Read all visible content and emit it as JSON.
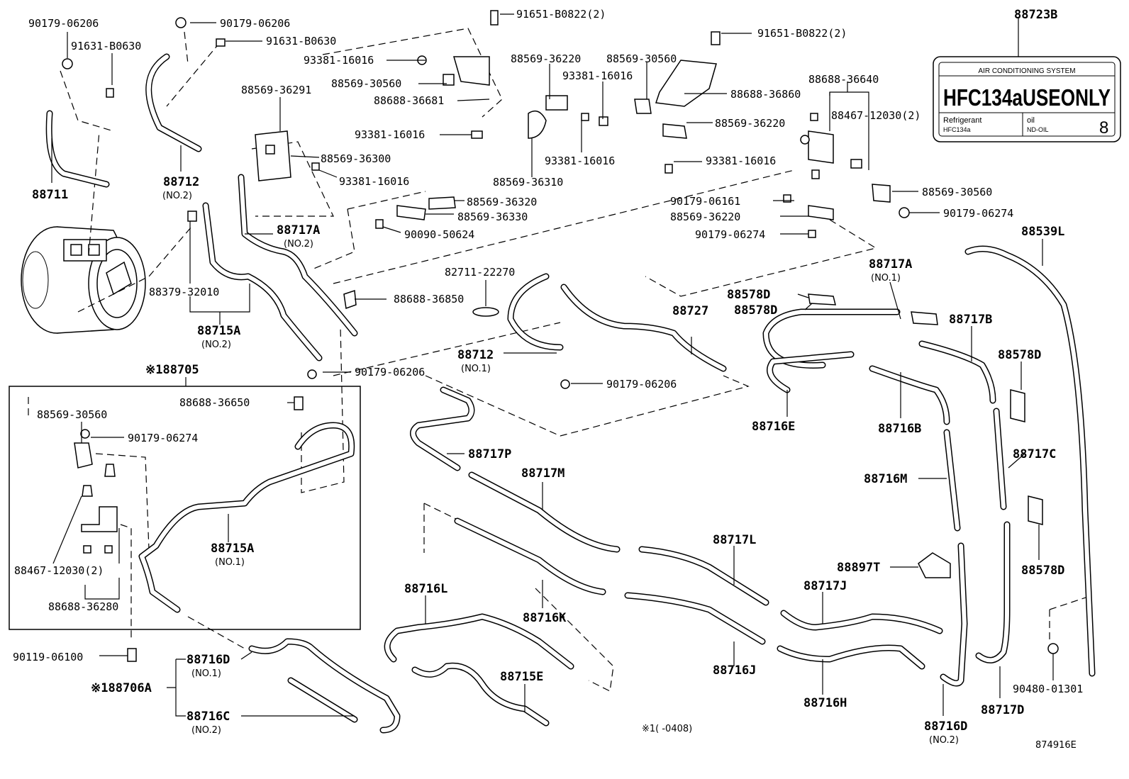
{
  "diagram_id": "874916E",
  "footnote": "※1(      -0408)",
  "label_plate": {
    "part_no": "88723B",
    "header": "AIR CONDITIONING SYSTEM",
    "main": "HFC134aUSEONLY",
    "refrigerant_label": "Refrigerant",
    "refrigerant_value": "HFC134a",
    "oil_label": "oil",
    "oil_value": "ND-OIL",
    "oil_number": "8"
  },
  "parts": {
    "p_90179_06206_a": "90179-06206",
    "p_91631_b0630_a": "91631-B0630",
    "p_90179_06206_b": "90179-06206",
    "p_91631_b0630_b": "91631-B0630",
    "p_91651_b0822_a": "91651-B0822(2)",
    "p_91651_b0822_b": "91651-B0822(2)",
    "p_93381_16016_a": "93381-16016",
    "p_88569_30560_a": "88569-30560",
    "p_88688_36681": "88688-36681",
    "p_93381_16016_b": "93381-16016",
    "p_88569_36220_a": "88569-36220",
    "p_88569_30560_b": "88569-30560",
    "p_93381_16016_c": "93381-16016",
    "p_88688_36860": "88688-36860",
    "p_88569_36220_b": "88569-36220",
    "p_93381_16016_d": "93381-16016",
    "p_88569_36310": "88569-36310",
    "p_93381_16016_e": "93381-16016",
    "p_88688_36640": "88688-36640",
    "p_88467_12030_a": "88467-12030(2)",
    "p_88569_36291": "88569-36291",
    "p_88569_36300": "88569-36300",
    "p_93381_16016_f": "93381-16016",
    "p_88711": "88711",
    "p_88712_no2": "88712",
    "p_88712_no2_sub": "(NO.2)",
    "p_88569_36320": "88569-36320",
    "p_88569_36330": "88569-36330",
    "p_90090_50624": "90090-50624",
    "p_90179_06161": "90179-06161",
    "p_88569_36220_c": "88569-36220",
    "p_90179_06274_a": "90179-06274",
    "p_88569_30560_c": "88569-30560",
    "p_90179_06274_b": "90179-06274",
    "p_88539l": "88539L",
    "p_88717a_no2": "88717A",
    "p_88717a_no2_sub": "(NO.2)",
    "p_88379_32010": "88379-32010",
    "p_88715a_no2": "88715A",
    "p_88715a_no2_sub": "(NO.2)",
    "p_82711_22270": "82711-22270",
    "p_88688_36850": "88688-36850",
    "p_88717a_no1": "88717A",
    "p_88717a_no1_sub": "(NO.1)",
    "p_88578d_a": "88578D",
    "p_88578d_b": "88578D",
    "p_88727": "88727",
    "p_88717b": "88717B",
    "p_88578d_c": "88578D",
    "p_88712_no1": "88712",
    "p_88712_no1_sub": "(NO.1)",
    "p_90179_06206_c": "90179-06206",
    "p_90179_06206_d": "90179-06206",
    "p_88705": "※188705",
    "p_88688_36650": "88688-36650",
    "p_88569_30560_d": "88569-30560",
    "p_90179_06274_c": "90179-06274",
    "p_88716e": "88716E",
    "p_88716b": "88716B",
    "p_88717c": "88717C",
    "p_88717p": "88717P",
    "p_88717m": "88717M",
    "p_88716m": "88716M",
    "p_88715a_no1": "88715A",
    "p_88715a_no1_sub": "(NO.1)",
    "p_88467_12030_b": "88467-12030(2)",
    "p_88688_36280": "88688-36280",
    "p_88717l": "88717L",
    "p_88897t": "88897T",
    "p_88578d_d": "88578D",
    "p_88717j": "88717J",
    "p_88716l": "88716L",
    "p_88716k": "88716K",
    "p_90119_06100": "90119-06100",
    "p_88716d_no1": "88716D",
    "p_88716d_no1_sub": "(NO.1)",
    "p_88706a": "※188706A",
    "p_88715e": "88715E",
    "p_88716j": "88716J",
    "p_88716h": "88716H",
    "p_88716c_no2": "88716C",
    "p_88716c_no2_sub": "(NO.2)",
    "p_90480_01301": "90480-01301",
    "p_88717d": "88717D",
    "p_88716d_no2": "88716D",
    "p_88716d_no2_sub": "(NO.2)"
  }
}
